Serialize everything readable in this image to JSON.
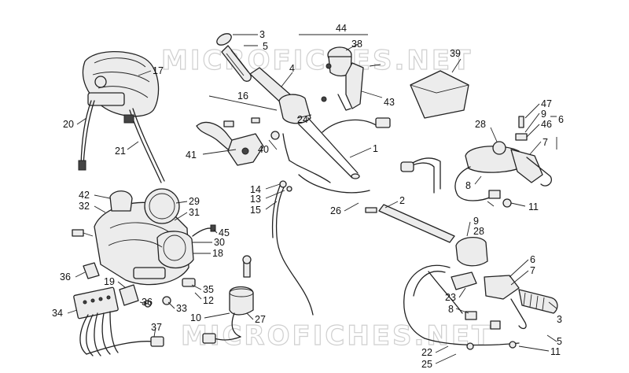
{
  "watermarks": [
    "MICROFICHES.NET",
    "MICROFICHES.NET"
  ],
  "labels": [
    {
      "id": "l3a",
      "text": "3"
    },
    {
      "id": "l5a",
      "text": "5"
    },
    {
      "id": "l4",
      "text": "4"
    },
    {
      "id": "l44",
      "text": "44"
    },
    {
      "id": "l38",
      "text": "38"
    },
    {
      "id": "l39",
      "text": "39"
    },
    {
      "id": "l17",
      "text": "17"
    },
    {
      "id": "l16",
      "text": "16"
    },
    {
      "id": "l43",
      "text": "43"
    },
    {
      "id": "l20",
      "text": "20"
    },
    {
      "id": "l21",
      "text": "21"
    },
    {
      "id": "l24",
      "text": "24"
    },
    {
      "id": "l41",
      "text": "41"
    },
    {
      "id": "l40",
      "text": "40"
    },
    {
      "id": "l1",
      "text": "1"
    },
    {
      "id": "l47",
      "text": "47"
    },
    {
      "id": "l9a",
      "text": "9"
    },
    {
      "id": "l46",
      "text": "46"
    },
    {
      "id": "l6a",
      "text": "6"
    },
    {
      "id": "l7a",
      "text": "7"
    },
    {
      "id": "l28a",
      "text": "28"
    },
    {
      "id": "l8a",
      "text": "8"
    },
    {
      "id": "l11a",
      "text": "11"
    },
    {
      "id": "l14",
      "text": "14"
    },
    {
      "id": "l13",
      "text": "13"
    },
    {
      "id": "l15",
      "text": "15"
    },
    {
      "id": "l26",
      "text": "26"
    },
    {
      "id": "l2",
      "text": "2"
    },
    {
      "id": "l42",
      "text": "42"
    },
    {
      "id": "l32",
      "text": "32"
    },
    {
      "id": "l29",
      "text": "29"
    },
    {
      "id": "l31",
      "text": "31"
    },
    {
      "id": "l45",
      "text": "45"
    },
    {
      "id": "l30",
      "text": "30"
    },
    {
      "id": "l18",
      "text": "18"
    },
    {
      "id": "l9b",
      "text": "9"
    },
    {
      "id": "l28b",
      "text": "28"
    },
    {
      "id": "l36a",
      "text": "36"
    },
    {
      "id": "l19",
      "text": "19"
    },
    {
      "id": "l35",
      "text": "35"
    },
    {
      "id": "l12",
      "text": "12"
    },
    {
      "id": "l36b",
      "text": "36"
    },
    {
      "id": "l33",
      "text": "33"
    },
    {
      "id": "l34",
      "text": "34"
    },
    {
      "id": "l10",
      "text": "10"
    },
    {
      "id": "l27",
      "text": "27"
    },
    {
      "id": "l37",
      "text": "37"
    },
    {
      "id": "l6b",
      "text": "6"
    },
    {
      "id": "l7b",
      "text": "7"
    },
    {
      "id": "l23",
      "text": "23"
    },
    {
      "id": "l8b",
      "text": "8"
    },
    {
      "id": "l3b",
      "text": "3"
    },
    {
      "id": "l5b",
      "text": "5"
    },
    {
      "id": "l11b",
      "text": "11"
    },
    {
      "id": "l22",
      "text": "22"
    },
    {
      "id": "l25",
      "text": "25"
    }
  ]
}
